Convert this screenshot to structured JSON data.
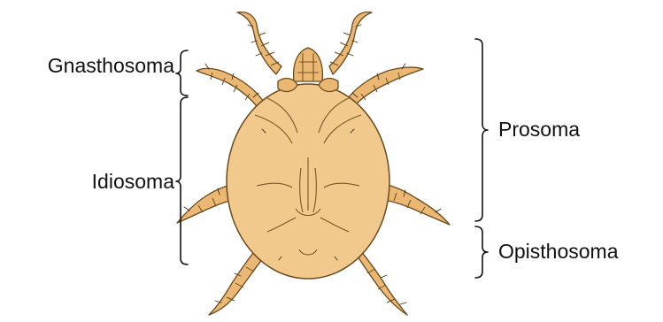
{
  "labels": {
    "gnathosoma": "Gnasthosoma",
    "idiosoma": "Idiosoma",
    "prosoma": "Prosoma",
    "opisthosoma": "Opisthosoma"
  },
  "colors": {
    "body": "#f2c98c",
    "legs": "#eab873",
    "outline": "#6b4a1f",
    "text": "#111111"
  },
  "subject": "mite-illustration"
}
